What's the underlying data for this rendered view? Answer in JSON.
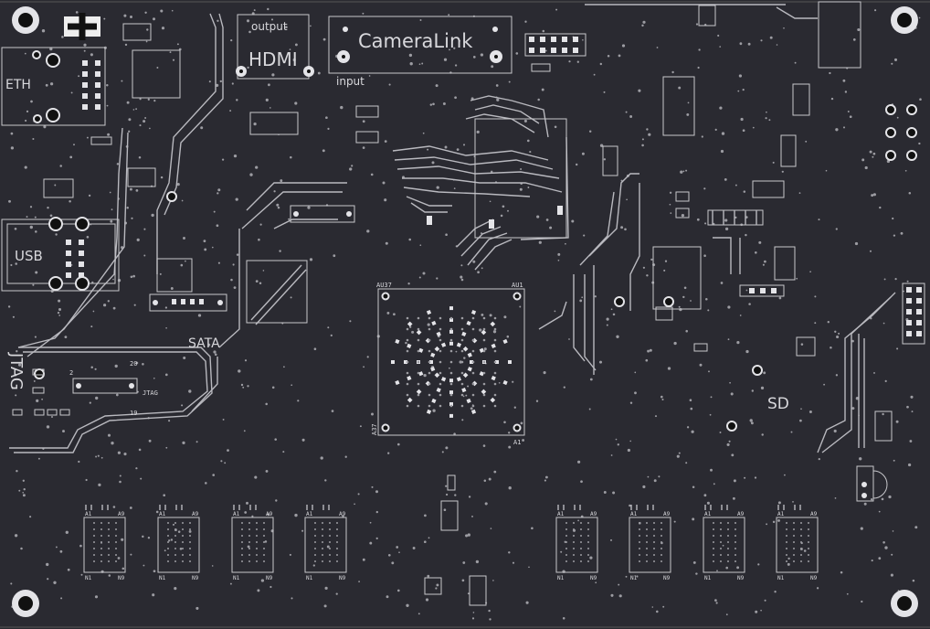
{
  "labels": {
    "eth": "ETH",
    "usb": "USB",
    "hdmi_output": "output",
    "hdmi": "HDMI",
    "cameralink": "CameraLink",
    "cameralink_input": "input",
    "sata": "SATA",
    "jtag": "JTAG",
    "jtag_pin2": "2",
    "jtag_pin20": "20",
    "jtag_pin19": "19",
    "jtag_chip": "JTAG",
    "sd": "SD",
    "bga_au37": "AU37",
    "bga_au1": "AU1",
    "bga_a37": "A37",
    "bga_a1": "A1"
  },
  "memory_chips": [
    {
      "tl": "A1",
      "tr": "A9",
      "bl": "N1",
      "br": "N9"
    },
    {
      "tl": "A1",
      "tr": "A9",
      "bl": "N1",
      "br": "N9"
    },
    {
      "tl": "A1",
      "tr": "A9",
      "bl": "N1",
      "br": "N9"
    },
    {
      "tl": "A1",
      "tr": "A9",
      "bl": "N1",
      "br": "N9"
    },
    {
      "tl": "A1",
      "tr": "A9",
      "bl": "N1",
      "br": "N9"
    },
    {
      "tl": "A1",
      "tr": "A9",
      "bl": "N1",
      "br": "N9"
    },
    {
      "tl": "A1",
      "tr": "A9",
      "bl": "N1",
      "br": "N9"
    },
    {
      "tl": "A1",
      "tr": "A9",
      "bl": "N1",
      "br": "N9"
    }
  ],
  "colors": {
    "board": "#2a2a31",
    "silkscreen": "#d8d8dc",
    "trace": "#b9b9bf"
  }
}
